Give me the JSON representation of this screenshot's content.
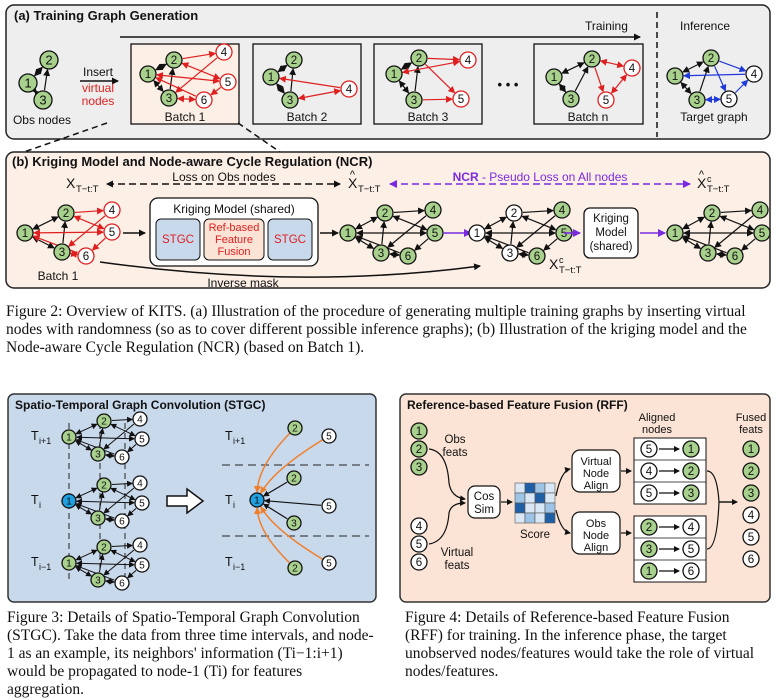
{
  "fig2": {
    "panel_a_title": "(a) Training Graph Generation",
    "training_label": "Training",
    "inference_label": "Inference",
    "obs_nodes_label": "Obs nodes",
    "insert_label_1": "Insert",
    "insert_label_2": "virtual",
    "insert_label_3": "nodes",
    "batch1_label": "Batch 1",
    "batch2_label": "Batch 2",
    "batch3_label": "Batch 3",
    "batchn_label": "Batch n",
    "target_graph_label": "Target graph",
    "dots": "• • •",
    "panel_b_title": "(b) Kriging Model and Node-aware Cycle Regulation (NCR)",
    "x_label": "X",
    "x_sub": "T−t:T",
    "loss_obs_label": "Loss on Obs nodes",
    "ncr_bold": "NCR",
    "ncr_rest": " - Pseudo Loss on All nodes",
    "kriging_shared_label": "Kriging Model (shared)",
    "stgc_label": "STGC",
    "rff_line1": "Ref-based",
    "rff_line2": "Feature",
    "rff_line3": "Fusion",
    "kriging_model_line1": "Kriging",
    "kriging_model_line2": "Model",
    "kriging_model_line3": "(shared)",
    "inverse_mask_label": "Inverse mask",
    "caption": "Figure 2: Overview of KITS. (a) Illustration of the procedure of generating multiple training graphs by inserting virtual nodes with randomness (so as to cover different possible inference graphs); (b) Illustration of the kriging model and the Node-aware Cycle Regulation (NCR) (based on Batch 1)."
  },
  "fig3": {
    "title": "Spatio-Temporal Graph Convolution (STGC)",
    "t_plus": "T",
    "t_plus_sub": "i+1",
    "t_cur": "T",
    "t_cur_sub": "i",
    "t_minus": "T",
    "t_minus_sub": "i−1",
    "caption": "Figure 3: Details of Spatio-Temporal Graph Convolution (STGC). Take the data from three time intervals, and node-1 as an example, its neighbors' information (Ti−1:i+1) would be propagated to node-1 (Ti) for features aggregation."
  },
  "fig4": {
    "title": "Reference-based Feature Fusion (RFF)",
    "obs_feats_1": "Obs",
    "obs_feats_2": "feats",
    "virtual_feats_1": "Virtual",
    "virtual_feats_2": "feats",
    "cos_sim_1": "Cos",
    "cos_sim_2": "Sim",
    "score_label": "Score",
    "vna_1": "Virtual",
    "vna_2": "Node",
    "vna_3": "Align",
    "ona_1": "Obs",
    "ona_2": "Node",
    "ona_3": "Align",
    "aligned_1": "Aligned",
    "aligned_2": "nodes",
    "fused_1": "Fused",
    "fused_2": "feats",
    "caption": "Figure 4: Details of Reference-based Feature Fusion (RFF) for training. In the inference phase, the target unobserved nodes/features would take the role of virtual nodes/features."
  },
  "colors": {
    "obs_node": "#a9d18e",
    "virtual_edge": "#e02020",
    "target_edge": "#1f3ad8",
    "ncr_purple": "#7a2be0",
    "panel_a_bg": "#eeeeee",
    "panel_b_bg": "#fcefe6",
    "stgc_bg": "#c9d9ec",
    "rff_bg": "#fbe4d5",
    "center_node": "#1fa0e0",
    "temporal_edge": "#f07f2b"
  }
}
